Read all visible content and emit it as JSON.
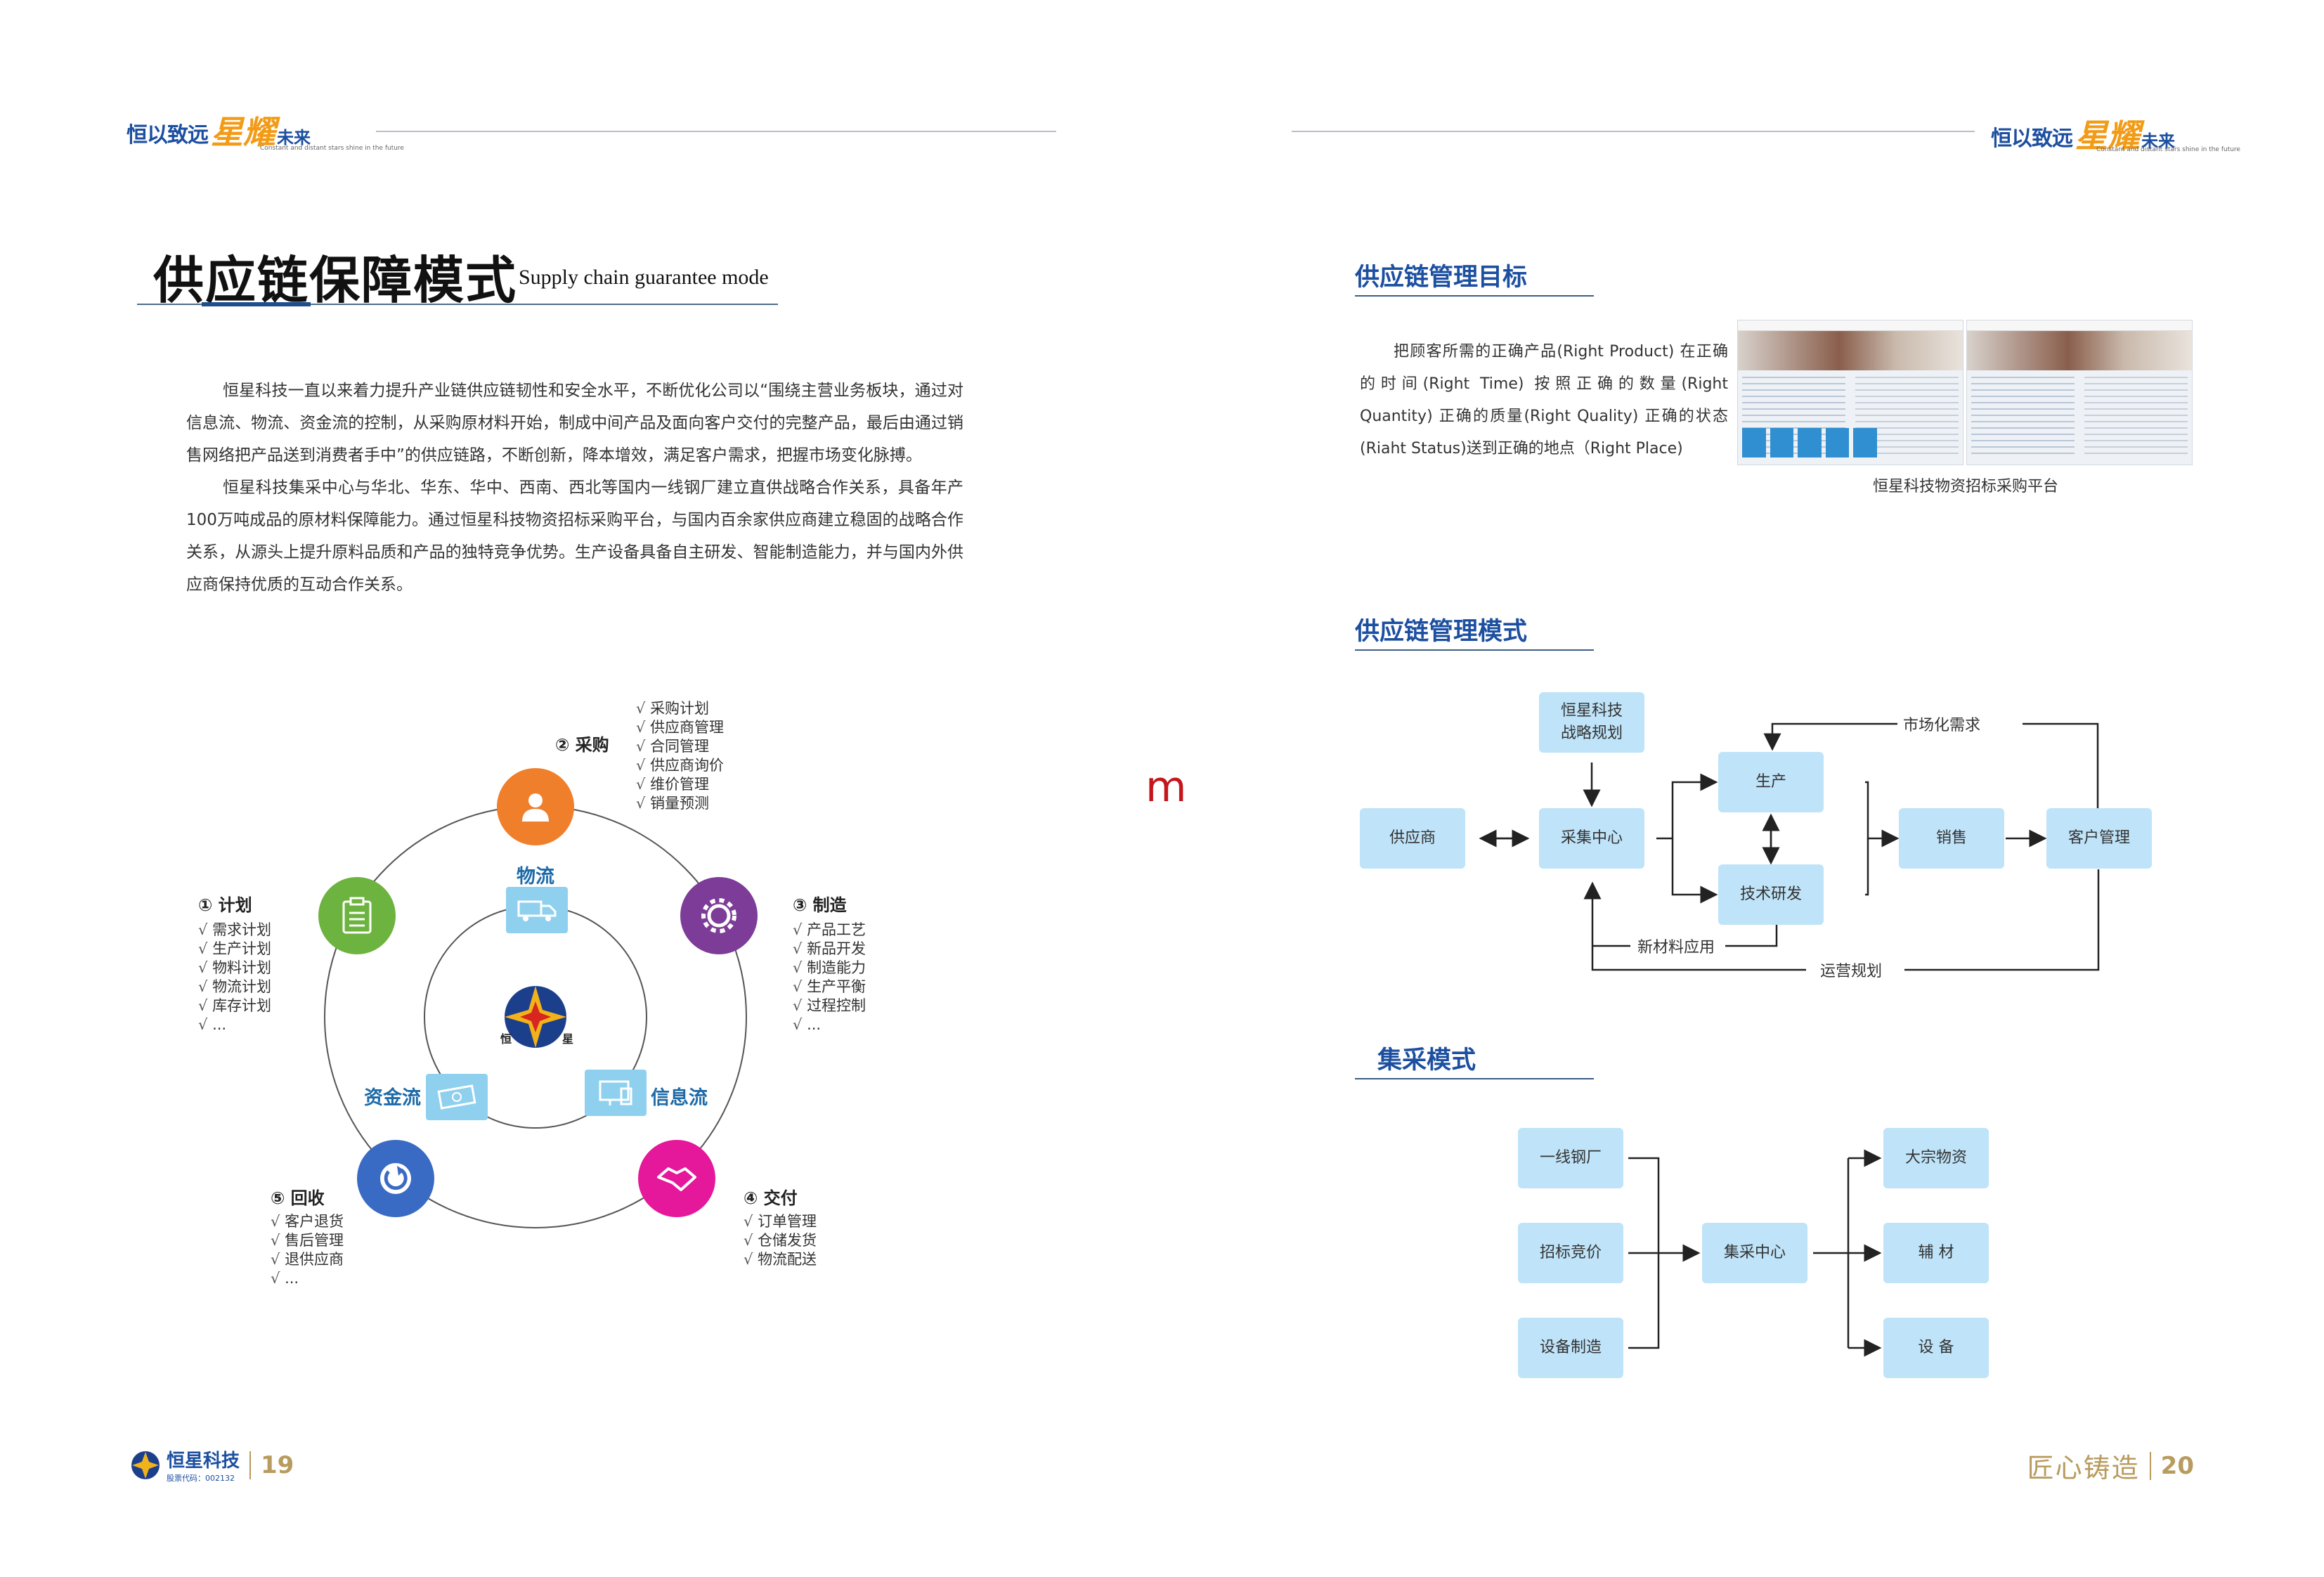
{
  "header": {
    "brand_part1": "恒以致远",
    "brand_part2": "星耀",
    "brand_part3": "未来",
    "brand_sub": "Constant and distant stars shine in the future"
  },
  "spine_mark": "m",
  "left_page": {
    "title": "供应链保障模式",
    "title_en": "Supply chain guarantee mode",
    "paragraphs": [
      "恒星科技一直以来着力提升产业链供应链韧性和安全水平，不断优化公司以“围绕主营业务板块，通过对信息流、物流、资金流的控制，从采购原材料开始，制成中间产品及面向客户交付的完整产品，最后由通过销售网络把产品送到消费者手中”的供应链路，不断创新，降本增效，满足客户需求，把握市场变化脉搏。",
      "恒星科技集采中心与华北、华东、华中、西南、西北等国内一线钢厂建立直供战略合作关系，具备年产100万吨成品的原材料保障能力。通过恒星科技物资招标采购平台，与国内百余家供应商建立稳固的战略合作关系，从源头上提升原料品质和产品的独特竞争优势。生产设备具备自主研发、智能制造能力，并与国内外供应商保持优质的互动合作关系。"
    ],
    "cycle": {
      "center_logo_text": [
        "恒",
        "星"
      ],
      "flows": {
        "logistics": "物流",
        "capital": "资金流",
        "information": "信息流"
      },
      "nodes": [
        {
          "label": "① 计划",
          "items": [
            "需求计划",
            "生产计划",
            "物料计划",
            "物流计划",
            "库存计划",
            "..."
          ],
          "color": "#6db33f"
        },
        {
          "label": "② 采购",
          "items": [
            "采购计划",
            "供应商管理",
            "合同管理",
            "供应商询价",
            "维价管理",
            "销量预测"
          ],
          "color": "#f07f2b"
        },
        {
          "label": "③ 制造",
          "items": [
            "产品工艺",
            "新品开发",
            "制造能力",
            "生产平衡",
            "过程控制",
            "..."
          ],
          "color": "#7d3c98"
        },
        {
          "label": "④ 交付",
          "items": [
            "订单管理",
            "仓储发货",
            "物流配送"
          ],
          "color": "#e5179a"
        },
        {
          "label": "⑤ 回收",
          "items": [
            "客户退货",
            "售后管理",
            "退供应商",
            "..."
          ],
          "color": "#3a6bc4"
        }
      ]
    },
    "footer": {
      "company": "恒星科技",
      "stock_code": "股票代码：002132",
      "page_number": "19"
    }
  },
  "right_page": {
    "goal": {
      "title": "供应链管理目标",
      "text": "把顾客所需的正确产品(Right Product) 在正确的时间(Right Time) 按照正确的数量(Right Quantity) 正确的质量(Right Quality) 正确的状态(Riaht Status)送到正确的地点（Right Place)",
      "caption": "恒星科技物资招标采购平台"
    },
    "mode": {
      "title": "供应链管理模式",
      "boxes": {
        "strategy": "恒星科技\n战略规划",
        "supplier": "供应商",
        "center": "采集中心",
        "production": "生产",
        "rnd": "技术研发",
        "sales": "销售",
        "customer": "客户管理"
      },
      "labels": {
        "market": "市场化需求",
        "new_material": "新材料应用",
        "operation": "运营规划"
      }
    },
    "collect": {
      "title": "集采模式",
      "sources": [
        "一线钢厂",
        "招标竞价",
        "设备制造"
      ],
      "center": "集采中心",
      "targets": [
        "大宗物资",
        "辅 材",
        "设 备"
      ]
    },
    "footer": {
      "slogan": "匠心铸造",
      "page_number": "20"
    }
  }
}
